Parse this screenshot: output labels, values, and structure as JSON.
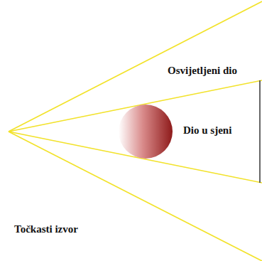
{
  "diagram": {
    "labels": [
      "Osvijetljeni dio",
      "Dio u sjeni",
      "Točkasti izvor"
    ]
  }
}
